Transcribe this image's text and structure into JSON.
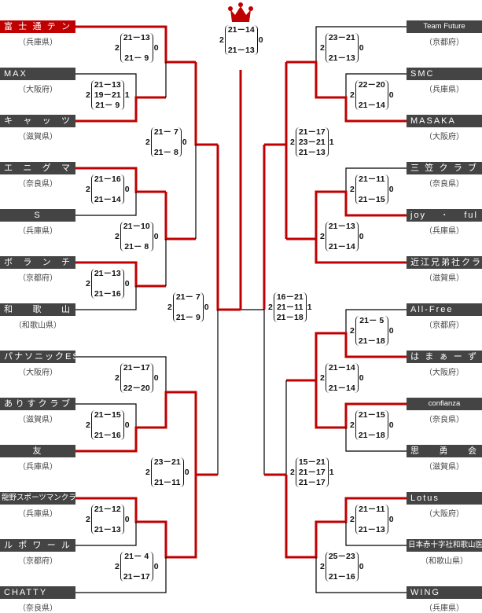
{
  "colors": {
    "winner_line": "#c00000",
    "loser_line": "#000000",
    "team_bg": "#444444",
    "winner_bg": "#c00000",
    "crown": "#c00000"
  },
  "crown_icon": "crown-icon",
  "left_teams": [
    {
      "name": "富士通テン",
      "pref": "（兵庫県）",
      "winner": true
    },
    {
      "name": "MAX",
      "pref": "（大阪府）",
      "winner": false
    },
    {
      "name": "キャッツ",
      "pref": "（滋賀県）",
      "winner": false
    },
    {
      "name": "エニグマ",
      "pref": "（奈良県）",
      "winner": false
    },
    {
      "name": "S",
      "pref": "（兵庫県）",
      "winner": false
    },
    {
      "name": "ボランチ",
      "pref": "（京都府）",
      "winner": false
    },
    {
      "name": "和歌山",
      "pref": "（和歌山県）",
      "winner": false
    },
    {
      "name": "パナソニックES",
      "pref": "（大阪府）",
      "winner": false
    },
    {
      "name": "ありすクラブ",
      "pref": "（滋賀県）",
      "winner": false
    },
    {
      "name": "友",
      "pref": "（兵庫県）",
      "winner": false
    },
    {
      "name": "龍野スポーツマンクラブ",
      "pref": "（兵庫県）",
      "winner": false
    },
    {
      "name": "ルポワール",
      "pref": "（京都府）",
      "winner": false
    },
    {
      "name": "CHATTY",
      "pref": "（奈良県）",
      "winner": false
    }
  ],
  "right_teams": [
    {
      "name": "Team Future",
      "pref": "（京都府）"
    },
    {
      "name": "SMC",
      "pref": "（兵庫県）"
    },
    {
      "name": "MASAKA",
      "pref": "（大阪府）"
    },
    {
      "name": "三笠クラブ",
      "pref": "（奈良県）"
    },
    {
      "name": "joy･ful",
      "pref": "（兵庫県）"
    },
    {
      "name": "近江兄弟社クラブ",
      "pref": "（滋賀県）"
    },
    {
      "name": "All-Free",
      "pref": "（京都府）"
    },
    {
      "name": "はまぁーず",
      "pref": "（大阪府）"
    },
    {
      "name": "confianza",
      "pref": "（奈良県）"
    },
    {
      "name": "思勇会",
      "pref": "（滋賀県）"
    },
    {
      "name": "Lotus",
      "pref": "（大阪府）"
    },
    {
      "name": "日本赤十字社和歌山医療",
      "pref": "（和歌山県）"
    },
    {
      "name": "WING",
      "pref": "（兵庫県）"
    }
  ],
  "matches": [
    {
      "id": "final",
      "left_sets": "2",
      "games": [
        "21－14",
        "21－13"
      ],
      "right_sets": "0"
    },
    {
      "id": "L-r1-a",
      "left_sets": "2",
      "games": [
        "21－13",
        "19－21",
        "21－ 9"
      ],
      "right_sets": "1"
    },
    {
      "id": "L-r2-a",
      "left_sets": "2",
      "games": [
        "21－13",
        "21－ 9"
      ],
      "right_sets": "0"
    },
    {
      "id": "L-r1-b",
      "left_sets": "2",
      "games": [
        "21－16",
        "21－14"
      ],
      "right_sets": "0"
    },
    {
      "id": "L-r1-c",
      "left_sets": "2",
      "games": [
        "21－13",
        "21－16"
      ],
      "right_sets": "0"
    },
    {
      "id": "L-r2-b",
      "left_sets": "2",
      "games": [
        "21－10",
        "21－ 8"
      ],
      "right_sets": "0"
    },
    {
      "id": "L-r3-a",
      "left_sets": "2",
      "games": [
        "21－ 7",
        "21－ 8"
      ],
      "right_sets": "0"
    },
    {
      "id": "L-semi",
      "left_sets": "2",
      "games": [
        "21－ 7",
        "21－ 9"
      ],
      "right_sets": "0"
    },
    {
      "id": "L-r2-c",
      "left_sets": "2",
      "games": [
        "21－17",
        "22－20"
      ],
      "right_sets": "0"
    },
    {
      "id": "L-r1-d",
      "left_sets": "2",
      "games": [
        "21－15",
        "21－16"
      ],
      "right_sets": "0"
    },
    {
      "id": "L-r3-b",
      "left_sets": "2",
      "games": [
        "23－21",
        "21－11"
      ],
      "right_sets": "0"
    },
    {
      "id": "L-r1-e",
      "left_sets": "2",
      "games": [
        "21－12",
        "21－13"
      ],
      "right_sets": "0"
    },
    {
      "id": "L-r2-d",
      "left_sets": "2",
      "games": [
        "21－ 4",
        "21－17"
      ],
      "right_sets": "0"
    },
    {
      "id": "R-r2-a",
      "left_sets": "2",
      "games": [
        "23－21",
        "21－13"
      ],
      "right_sets": "0"
    },
    {
      "id": "R-r1-a",
      "left_sets": "2",
      "games": [
        "22－20",
        "21－14"
      ],
      "right_sets": "0"
    },
    {
      "id": "R-r3-a",
      "left_sets": "2",
      "games": [
        "21－17",
        "23－21",
        "21－13"
      ],
      "right_sets": "1"
    },
    {
      "id": "R-r1-b",
      "left_sets": "2",
      "games": [
        "21－11",
        "21－15"
      ],
      "right_sets": "0"
    },
    {
      "id": "R-r2-b",
      "left_sets": "2",
      "games": [
        "21－13",
        "21－14"
      ],
      "right_sets": "0"
    },
    {
      "id": "R-semi",
      "left_sets": "2",
      "games": [
        "16－21",
        "21－11",
        "21－18"
      ],
      "right_sets": "1"
    },
    {
      "id": "R-r1-c",
      "left_sets": "2",
      "games": [
        "21－ 5",
        "21－18"
      ],
      "right_sets": "0"
    },
    {
      "id": "R-r2-c",
      "left_sets": "2",
      "games": [
        "21－14",
        "21－14"
      ],
      "right_sets": "0"
    },
    {
      "id": "R-r1-d",
      "left_sets": "2",
      "games": [
        "21－15",
        "21－18"
      ],
      "right_sets": "0"
    },
    {
      "id": "R-r3-b",
      "left_sets": "2",
      "games": [
        "15－21",
        "21－17",
        "21－17"
      ],
      "right_sets": "1"
    },
    {
      "id": "R-r1-e",
      "left_sets": "2",
      "games": [
        "21－11",
        "21－13"
      ],
      "right_sets": "0"
    },
    {
      "id": "R-r2-d",
      "left_sets": "2",
      "games": [
        "25－23",
        "21－16"
      ],
      "right_sets": "0"
    }
  ]
}
